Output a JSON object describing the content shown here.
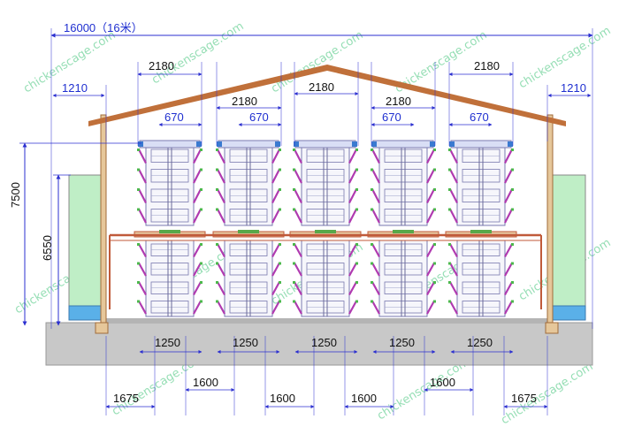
{
  "drawing": {
    "overall_width_label": "16000（16米）",
    "height_labels": {
      "total": "7500",
      "inner": "6550"
    },
    "top_spacing_labels": [
      "2180",
      "2180",
      "2180",
      "2180",
      "2180"
    ],
    "side_margin_labels": [
      "1210",
      "1210"
    ],
    "small_gap_labels": [
      "670",
      "670",
      "670",
      "670"
    ],
    "cage_width_labels": [
      "1250",
      "1250",
      "1250",
      "1250",
      "1250"
    ],
    "bottom_labels": [
      "1675",
      "1600",
      "1600",
      "1600",
      "1600",
      "1675"
    ]
  },
  "watermark": {
    "text": "chickenscage.com"
  },
  "colors": {
    "roof": "#c0703a",
    "dimension_line": "#2b2fd0",
    "cage_frame": "#7a7ab0",
    "cage_accent": "#b03ab0",
    "fan_panel": "#bfeec6",
    "floor": "#c8c8c8",
    "water": "#5ab0e8",
    "pipe": "#c05a3a"
  }
}
